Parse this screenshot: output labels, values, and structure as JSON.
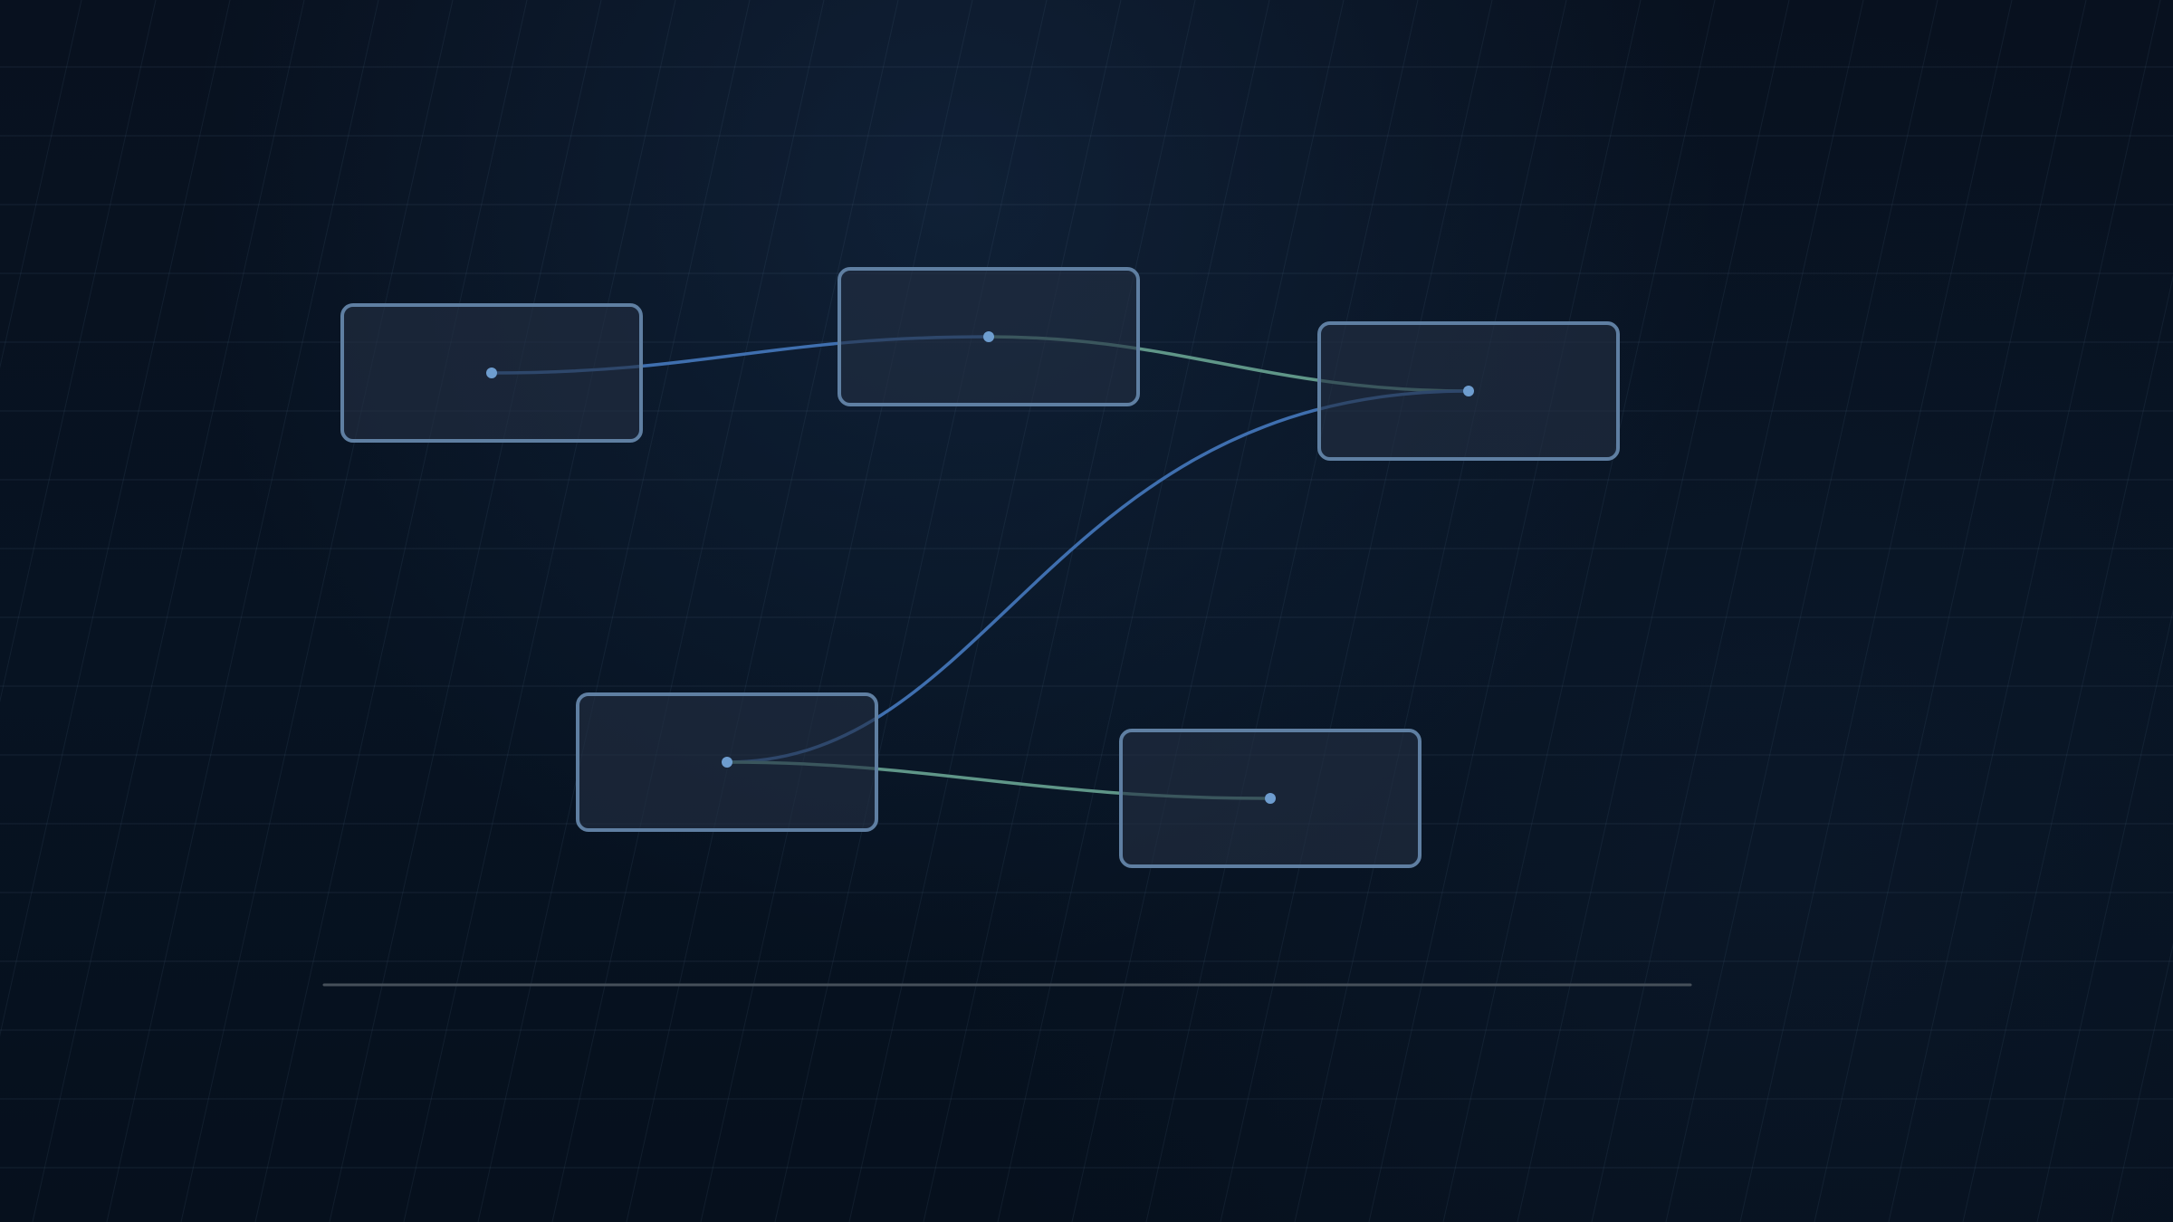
{
  "diagram": {
    "background_color": "#07111f",
    "node_fill": "rgba(35,47,66,0.62)",
    "node_stroke": "#5f7fa2",
    "port_color": "#6e9dcf",
    "edge_blue": "#3f6faf",
    "edge_green": "#5f9688",
    "baseline_color": "#46505a",
    "nodes": [
      {
        "id": "node-1"
      },
      {
        "id": "node-2"
      },
      {
        "id": "node-3"
      },
      {
        "id": "node-4"
      },
      {
        "id": "node-5"
      }
    ],
    "connections": [
      {
        "from": "node-1",
        "to": "node-2",
        "color": "blue"
      },
      {
        "from": "node-2",
        "to": "node-3",
        "color": "green"
      },
      {
        "from": "node-4",
        "to": "node-3",
        "color": "blue"
      },
      {
        "from": "node-4",
        "to": "node-5",
        "color": "green"
      }
    ]
  }
}
